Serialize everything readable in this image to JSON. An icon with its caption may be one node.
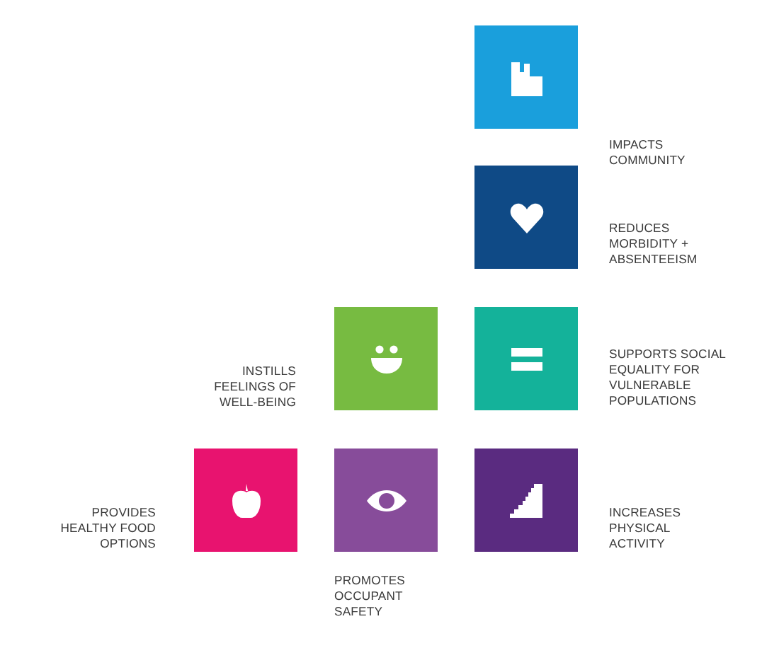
{
  "diagram": {
    "nodes": [
      {
        "text": [],
        "shape": "box",
        "beside": [
          "IMPACTS COMMUNITY"
        ]
      },
      {
        "text": [],
        "shape": "box",
        "beside": [
          "REDUCES MORBIDITY + ABSENTEEISM"
        ]
      },
      {
        "text": [],
        "shape": "box",
        "beside": [
          "INSTILLS FEELINGS OF WELL-BEING"
        ]
      },
      {
        "text": [],
        "shape": "box",
        "beside": [
          "SUPPORTS SOCIAL EQUALITY FOR VULNERABLE POPULATIONS"
        ]
      },
      {
        "text": [],
        "shape": "box",
        "beside": [
          "PROVIDES HEALTHY FOOD OPTIONS"
        ]
      },
      {
        "text": [],
        "shape": "box",
        "beside": [
          "PROMOTES OCCUPANT SAFETY"
        ]
      },
      {
        "text": [],
        "shape": "box",
        "beside": [
          "INCREASES PHYSICAL ACTIVITY"
        ]
      }
    ]
  }
}
